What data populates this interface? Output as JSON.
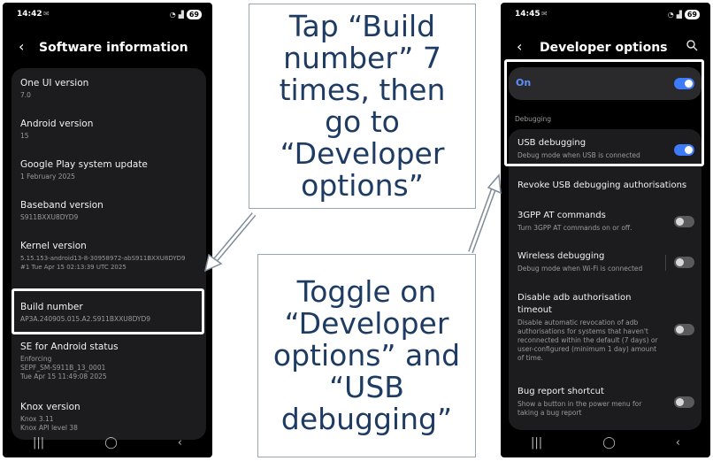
{
  "left_phone": {
    "status_time": "14:42",
    "battery": "69",
    "title": "Software information",
    "items": [
      {
        "title": "One UI version",
        "sub": "7.0"
      },
      {
        "title": "Android version",
        "sub": "15"
      },
      {
        "title": "Google Play system update",
        "sub": "1 February 2025"
      },
      {
        "title": "Baseband version",
        "sub": "S911BXXU8DYD9"
      },
      {
        "title": "Kernel version",
        "sub": "5.15.153-android13-8-30958972-abS911BXXU8DYD9\n#1 Tue Apr 15 02:13:39 UTC 2025"
      },
      {
        "title": "Build number",
        "sub": "AP3A.240905.015.A2.S911BXXU8DYD9"
      },
      {
        "title": "SE for Android status",
        "sub": "Enforcing\nSEPF_SM-S911B_13_0001\nTue Apr 15 11:49:08 2025"
      },
      {
        "title": "Knox version",
        "sub": "Knox 3.11\nKnox API level 38"
      }
    ]
  },
  "right_phone": {
    "status_time": "14:45",
    "battery": "69",
    "title": "Developer options",
    "master_label": "On",
    "section_header": "Debugging",
    "items": [
      {
        "title": "USB debugging",
        "sub": "Debug mode when USB is connected",
        "toggle": "on"
      },
      {
        "title": "Revoke USB debugging authorisations",
        "sub": ""
      },
      {
        "title": "3GPP AT commands",
        "sub": "Turn 3GPP AT commands on or off.",
        "toggle": "off"
      },
      {
        "title": "Wireless debugging",
        "sub": "Debug mode when Wi-Fi is connected",
        "toggle": "off"
      },
      {
        "title": "Disable adb authorisation\ntimeout",
        "sub": "Disable automatic revocation of adb\nauthorisations for systems that haven't\nreconnected within the default (7 days) or\nuser-configured (minimum 1 day) amount\nof time.",
        "toggle": "off"
      },
      {
        "title": "Bug report shortcut",
        "sub": "Show a button in the power menu for\ntaking a bug report",
        "toggle": "off"
      }
    ]
  },
  "callouts": {
    "top": "Tap “Build number” 7 times, then go to “Developer options”",
    "bottom": "Toggle on “Developer options” and “USB debugging”"
  },
  "colors": {
    "accent": "#3e7bfa",
    "callout_text": "#1d3b63"
  }
}
